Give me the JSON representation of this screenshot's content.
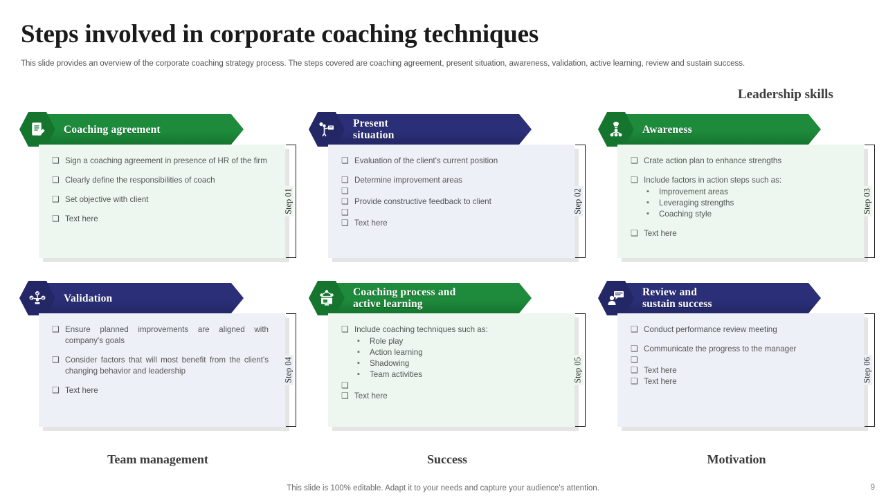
{
  "header": {
    "title": "Steps involved in corporate coaching techniques",
    "subtitle": "This slide provides an overview of the corporate coaching strategy process. The steps covered are coaching agreement, present situation, awareness, validation, active learning, review and sustain success.",
    "leadership_label": "Leadership skills"
  },
  "colors": {
    "green": "#1e8b3c",
    "green_dark": "#15752f",
    "navy": "#2b2f78",
    "navy_dark": "#232765",
    "panel_green": "#eef7ef",
    "panel_navy": "#eef0f7",
    "title": "#1a1a1a",
    "body_text": "#555555"
  },
  "cards": [
    {
      "id": "coaching-agreement",
      "theme": "green",
      "icon": "document-pen-icon",
      "title": "Coaching agreement",
      "step_label": "Step 01",
      "bullets": [
        {
          "text": "Sign a coaching agreement in presence of HR of the firm"
        },
        {
          "text": "Clearly define the responsibilities of coach"
        },
        {
          "text": "Set objective with client"
        },
        {
          "text": "Text here"
        }
      ]
    },
    {
      "id": "present-situation",
      "theme": "navy",
      "icon": "person-presenting-icon",
      "title": "Present\nsituation",
      "step_label": "Step 02",
      "bullets": [
        {
          "text": "Evaluation of the client's current position"
        },
        {
          "text": "Determine improvement areas",
          "tight": true
        },
        {
          "text": "",
          "empty": true
        },
        {
          "text": "Provide constructive feedback to client",
          "tight": true
        },
        {
          "text": "",
          "empty": true
        },
        {
          "text": "Text here",
          "tight": true
        }
      ]
    },
    {
      "id": "awareness",
      "theme": "green",
      "icon": "hierarchy-bulb-icon",
      "title": "Awareness",
      "step_label": "Step 03",
      "bullets": [
        {
          "text": "Crate action plan to enhance strengths"
        },
        {
          "text": "Include factors in action steps such as:",
          "sub": [
            "Improvement areas",
            "Leveraging strengths",
            "Coaching style"
          ]
        },
        {
          "text": "Text here"
        }
      ]
    },
    {
      "id": "validation",
      "theme": "navy",
      "icon": "network-check-icon",
      "title": "Validation",
      "step_label": "Step 04",
      "bullets": [
        {
          "text": "Ensure planned improvements are aligned with company's goals",
          "justify": true
        },
        {
          "text": "Consider factors that will most benefit from the client's changing behavior and leadership",
          "justify": true
        },
        {
          "text": "Text here"
        }
      ]
    },
    {
      "id": "coaching-process-active-learning",
      "theme": "green",
      "icon": "monitor-network-icon",
      "title": "Coaching process and\nactive learning",
      "step_label": "Step 05",
      "bullets": [
        {
          "text": "Include coaching techniques such as:",
          "tight": true,
          "sub": [
            "Role play",
            "Action learning",
            "Shadowing",
            "Team activities"
          ]
        },
        {
          "text": "",
          "empty": true
        },
        {
          "text": "Text here",
          "tight": true
        }
      ]
    },
    {
      "id": "review-sustain-success",
      "theme": "navy",
      "icon": "person-chat-icon",
      "title": "Review and\nsustain success",
      "step_label": "Step 06",
      "bullets": [
        {
          "text": "Conduct performance review meeting"
        },
        {
          "text": "Communicate the progress to the manager",
          "tight": true
        },
        {
          "text": "",
          "empty": true
        },
        {
          "text": "Text here",
          "tight": true
        },
        {
          "text": "Text here"
        }
      ]
    }
  ],
  "captions": [
    {
      "id": "team-management",
      "label": "Team management"
    },
    {
      "id": "success",
      "label": "Success"
    },
    {
      "id": "motivation",
      "label": "Motivation"
    }
  ],
  "footer": {
    "note": "This slide is 100% editable. Adapt it to your needs and capture your audience's attention.",
    "page_number": "9"
  }
}
